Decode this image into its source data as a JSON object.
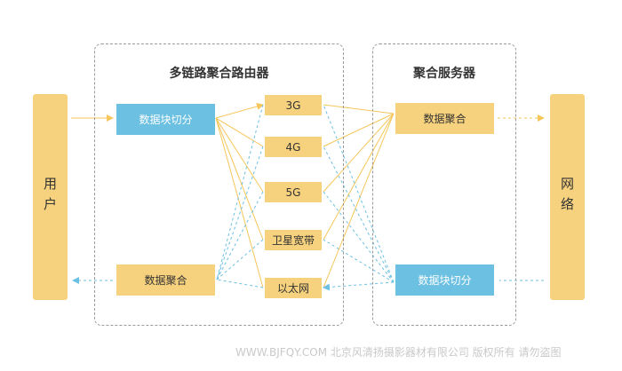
{
  "router_group": {
    "title": "多链路聚合路由器"
  },
  "server_group": {
    "title": "聚合服务器"
  },
  "user": {
    "label": "用户"
  },
  "network": {
    "label": "网络"
  },
  "router": {
    "split_label": "数据块切分",
    "merge_label": "数据聚合"
  },
  "links": [
    "3G",
    "4G",
    "5G",
    "卫星宽带",
    "以太网"
  ],
  "server": {
    "merge_label": "数据聚合",
    "split_label": "数据块切分"
  },
  "watermark": "WWW.BJFQY.COM 北京风清扬摄影器材有限公司 版权所有 请勿盗图",
  "colors": {
    "yellow_box": "#f7d27e",
    "blue_box": "#6cc0e2",
    "upstream_line": "#f5c65a",
    "downstream_line": "#6cc0e2",
    "group_border": "#9a9a9a"
  }
}
